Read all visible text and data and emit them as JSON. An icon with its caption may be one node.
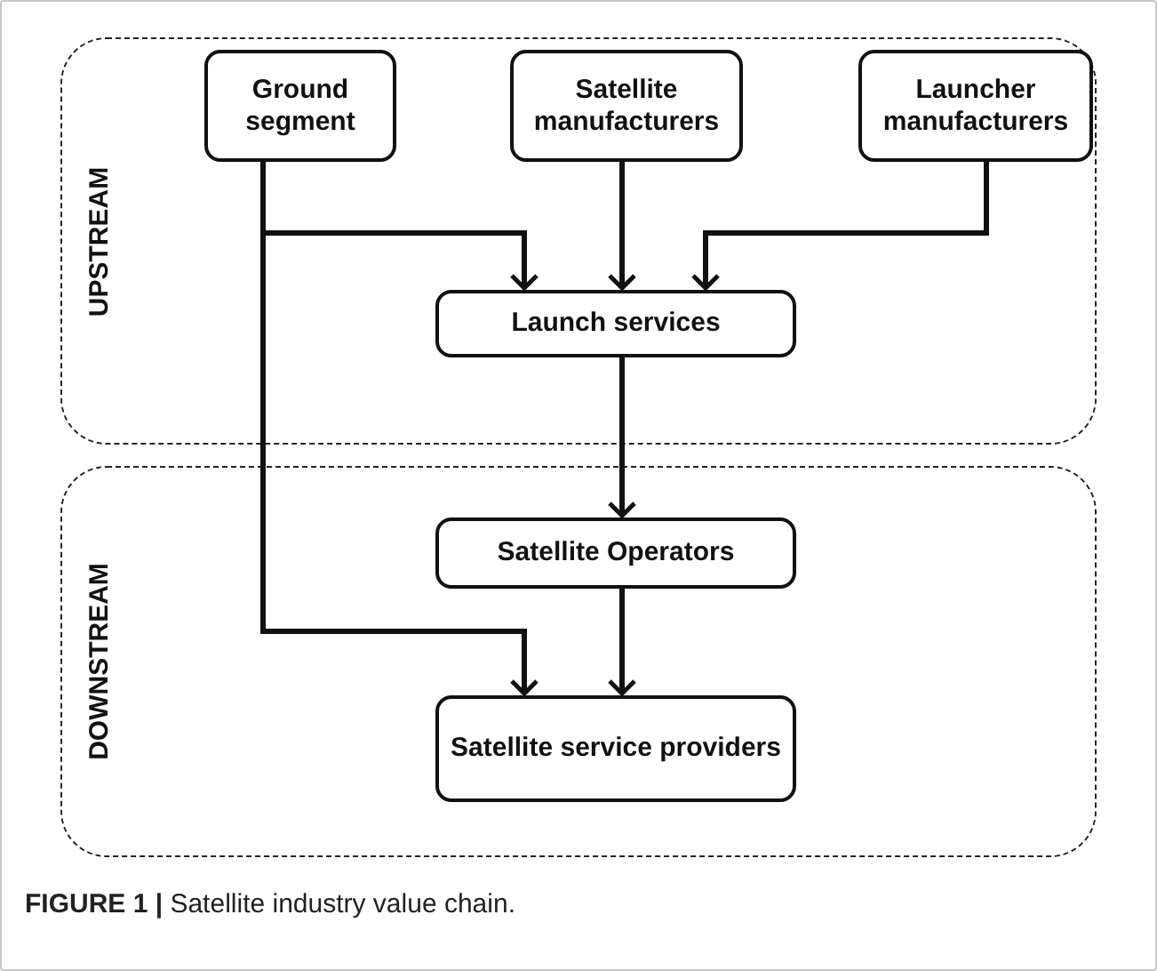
{
  "diagram": {
    "caption": "**FIGURE 1 |** Satellite industry value chain.",
    "nodes": [
      {
        "text": [
          "UPSTREAM"
        ]
      },
      {
        "text": [
          "Ground segment"
        ],
        "in": 0
      },
      {
        "text": [
          "Satellite manufacturers"
        ],
        "in": 0
      },
      {
        "text": [
          "Launcher manufacturers"
        ],
        "in": 0
      },
      {
        "text": [
          "Launch services"
        ],
        "in": 0
      },
      {
        "text": [
          "DOWNSTREAM"
        ]
      },
      {
        "text": [
          "Satellite Operators"
        ],
        "in": 5
      },
      {
        "text": [
          "Satellite service providers"
        ],
        "in": 5
      }
    ],
    "edges": [
      {
        "from": 1,
        "to": 4,
        "arrow": "to"
      },
      {
        "from": 2,
        "to": 4,
        "arrow": "to"
      },
      {
        "from": 3,
        "to": 4,
        "arrow": "to"
      },
      {
        "from": 4,
        "to": 6,
        "arrow": "to"
      },
      {
        "from": 1,
        "to": 7,
        "arrow": "to"
      },
      {
        "from": 6,
        "to": 7,
        "arrow": "to"
      }
    ]
  }
}
